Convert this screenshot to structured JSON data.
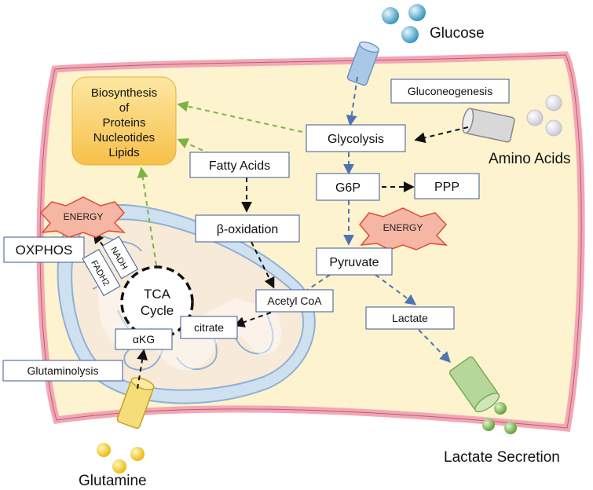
{
  "labels": {
    "glucose": "Glucose",
    "amino_acids": "Amino Acids",
    "glutamine": "Glutamine",
    "lactate_secretion": "Lactate Secretion",
    "gluconeogenesis": "Gluconeogenesis",
    "glycolysis": "Glycolysis",
    "g6p": "G6P",
    "ppp": "PPP",
    "energy_cytosol": "ENERGY",
    "pyruvate": "Pyruvate",
    "lactate": "Lactate",
    "fatty_acids": "Fatty Acids",
    "beta_oxidation": "β-oxidation",
    "acetyl_coa": "Acetyl CoA",
    "citrate": "citrate",
    "akg": "αKG",
    "glutaminolysis": "Glutaminolysis",
    "tca_line1": "TCA",
    "tca_line2": "Cycle",
    "oxphos": "OXPHOS",
    "energy_mito": "ENERGY",
    "nadh": "NADH",
    "fadh2": "FADH2",
    "biosynthesis_lines": [
      "Biosynthesis",
      "of",
      "Proteins",
      "Nucleotides",
      "Lipids"
    ]
  },
  "colors": {
    "cell_membrane": "#f4a6b4",
    "cytoplasm": "#fdf3cf",
    "mito_outer": "#cfe0f0",
    "mito_inner": "#eef4fb",
    "biosynthesis_fill": "#fcc95a",
    "energy_fill": "#f6b6a4",
    "energy_stroke": "#e04b32",
    "glucose_sphere": "#4fb0d4",
    "glucose_transporter": "#a9c8e8",
    "amino_sphere": "#e6e3ee",
    "amino_transporter": "#cfcfcf",
    "glutamine_sphere": "#f7d31d",
    "glutamine_transporter": "#f5de7a",
    "lactate_sphere": "#7bbf4a",
    "lactate_transporter": "#b5d79a",
    "blue_arrow": "#4f74b3",
    "green_arrow": "#7cb342",
    "black_arrow": "#111111",
    "box_border": "#3a5a94"
  }
}
